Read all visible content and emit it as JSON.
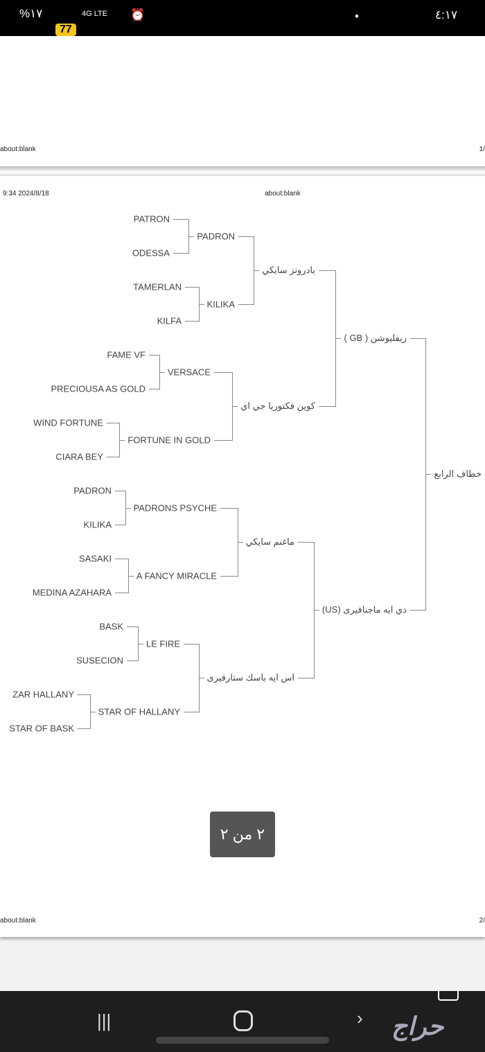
{
  "status_bar": {
    "left_text": "%١٧",
    "network": "4G LTE",
    "badge": "77",
    "time": "٤:١٧"
  },
  "page1": {
    "footer_left": "about:blank",
    "footer_right": "1/"
  },
  "page2": {
    "header_datetime": "9:34 2024/8/18",
    "header_url": "about:blank",
    "footer_left": "about:blank",
    "footer_right": "2/"
  },
  "pedigree": {
    "root": "خطاف الرابع",
    "sire": "ريفليوشن ( GB )",
    "dam": "دي ايه ماجنافيرى (US)",
    "gen2": [
      "بادرونز سايكي",
      "كوين فكتوريا جي اي",
      "ماغنم سايكي",
      "اس ايه باسك ستارفيرى"
    ],
    "gen3": [
      "PADRON",
      "KILIKA",
      "VERSACE",
      "FORTUNE IN GOLD",
      "PADRONS PSYCHE",
      "A FANCY MIRACLE",
      "LE FIRE",
      "STAR OF HALLANY"
    ],
    "gen4": [
      "PATRON",
      "ODESSA",
      "TAMERLAN",
      "KILFA",
      "FAME VF",
      "PRECIOUSA AS GOLD",
      "WIND FORTUNE",
      "CIARA BEY",
      "PADRON",
      "KILIKA",
      "SASAKI",
      "MEDINA AZAHARA",
      "BASK",
      "SUSECION",
      "ZAR HALLANY",
      "STAR OF BASK"
    ]
  },
  "toast": "٢ من ٢",
  "nav": {
    "watermark": "حراج"
  }
}
